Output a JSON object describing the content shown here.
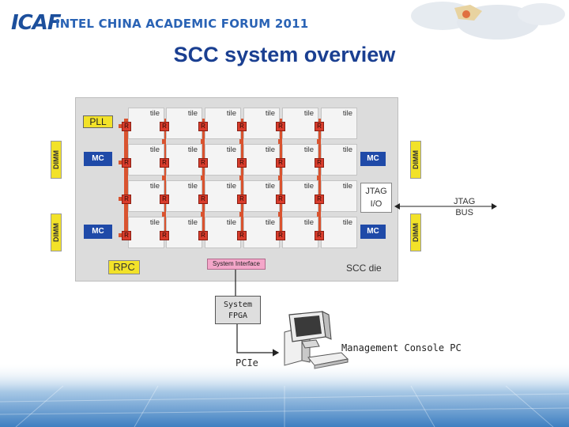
{
  "header": {
    "logo_text": "ICAF",
    "forum_text": "INTEL CHINA ACADEMIC FORUM 2011"
  },
  "slide": {
    "title": "SCC system overview"
  },
  "die": {
    "tile_label": "tile",
    "router_label": "R",
    "mc_label": "MC",
    "dimm_label": "DIMM",
    "pll_label": "PLL",
    "rpc_label": "RPC",
    "system_interface_label": "System Interface",
    "jtag_io_line1": "JTAG",
    "jtag_io_line2": "I/O",
    "die_label": "SCC die"
  },
  "external": {
    "jtag_bus_line1": "JTAG",
    "jtag_bus_line2": "BUS",
    "fpga_line1": "System",
    "fpga_line2": "FPGA",
    "pcie_label": "PCIe",
    "console_label": "Management Console PC"
  },
  "colors": {
    "router": "#d83c2c",
    "mesh": "#d9532f",
    "mc": "#1f4aa8",
    "dimm": "#f2e229",
    "title": "#1a3f91"
  }
}
